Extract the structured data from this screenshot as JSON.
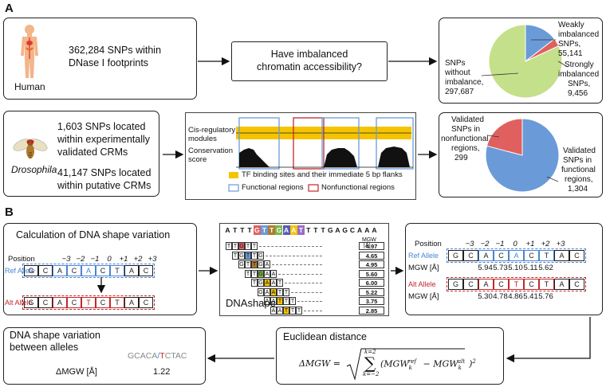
{
  "panelA": {
    "label": "A",
    "human": {
      "species": "Human",
      "text1": "362,284 SNPs within",
      "text2": "DNase I footprints"
    },
    "question": {
      "line1": "Have imbalanced",
      "line2": "chromatin accessibility?"
    },
    "pie1": {
      "weak_l1": "Weakly",
      "weak_l2": "imbalanced",
      "weak_l3": "SNPs,",
      "weak_l4": "55,141",
      "strong_l1": "Strongly",
      "strong_l2": "imbalanced",
      "strong_l3": "SNPs,",
      "strong_l4": "9,456",
      "none_l1": "SNPs",
      "none_l2": "without",
      "none_l3": "imbalance,",
      "none_l4": "297,687"
    },
    "drosophila": {
      "species": "Drosophila",
      "text1": "1,603 SNPs located",
      "text2": "within experimentally",
      "text3": "validated CRMs",
      "text4": "41,147 SNPs located",
      "text5": "within putative CRMs"
    },
    "crm": {
      "label1": "Cis-regulatory",
      "label2": "modules",
      "label3": "Conservation",
      "label4": "score",
      "legend_tf": "TF binding sites and their immediate 5 bp flanks",
      "legend_func": "Functional regions",
      "legend_nonfunc": "Nonfunctional regions"
    },
    "pie2": {
      "non_l1": "Validated",
      "non_l2": "SNPs in",
      "non_l3": "nonfunctional",
      "non_l4": "regions,",
      "non_l5": "299",
      "func_l1": "Validated",
      "func_l2": "SNPs in",
      "func_l3": "functional",
      "func_l4": "regions,",
      "func_l5": "1,304"
    }
  },
  "panelB": {
    "label": "B",
    "calc": {
      "title": "Calculation of DNA shape variation",
      "position_label": "Position",
      "positions": [
        "−3",
        "−2",
        "−1",
        "0",
        "+1",
        "+2",
        "+3"
      ],
      "ref_label": "Ref Allele",
      "alt_label": "Alt Allele",
      "ref_seq": [
        "G",
        "C",
        "A",
        "C",
        "A",
        "C",
        "T",
        "A",
        "C"
      ],
      "alt_seq": [
        "G",
        "C",
        "A",
        "C",
        "T",
        "C",
        "T",
        "A",
        "C"
      ]
    },
    "dnashape": {
      "title": "DNAshape",
      "top_seq": [
        "A",
        "T",
        "T",
        "T",
        "G",
        "T",
        "T",
        "G",
        "A",
        "A",
        "T",
        "T",
        "T",
        "T",
        "G",
        "A",
        "G",
        "C",
        "A",
        "A",
        "A"
      ],
      "mgw_header1": "MGW",
      "mgw_header2": "[Å]",
      "values": [
        "4.97",
        "4.65",
        "4.95",
        "5.60",
        "6.00",
        "5.22",
        "3.75",
        "2.85"
      ],
      "pentamers": [
        [
          "T",
          "T",
          "G",
          "T",
          "T"
        ],
        [
          "T",
          "G",
          "T",
          "T",
          "G"
        ],
        [
          "G",
          "T",
          "T",
          "G",
          "A"
        ],
        [
          "T",
          "T",
          "G",
          "A",
          "A"
        ],
        [
          "T",
          "G",
          "A",
          "A",
          "T"
        ],
        [
          "G",
          "A",
          "A",
          "T",
          "T"
        ],
        [
          "A",
          "A",
          "T",
          "T",
          "T"
        ],
        [
          "A",
          "A",
          "T",
          "T",
          "T"
        ]
      ]
    },
    "result": {
      "position_label": "Position",
      "positions": [
        "−3",
        "−2",
        "−1",
        "0",
        "+1",
        "+2",
        "+3"
      ],
      "ref_label": "Ref Allele",
      "alt_label": "Alt Allele",
      "mgw_label": "MGW [Å]",
      "ref_seq": [
        "G",
        "C",
        "A",
        "C",
        "A",
        "C",
        "T",
        "A",
        "C"
      ],
      "alt_seq": [
        "G",
        "C",
        "A",
        "C",
        "T",
        "C",
        "T",
        "A",
        "C"
      ],
      "ref_mgw": [
        "5.94",
        "5.73",
        "5.10",
        "5.11",
        "5.62"
      ],
      "alt_mgw": [
        "5.30",
        "4.78",
        "4.86",
        "5.41",
        "5.76"
      ]
    },
    "euclid": {
      "title": "Euclidean distance",
      "formula_lhs": "ΔMGW =",
      "sum_top": "k=2",
      "sum_bot": "k=−2",
      "body": "(MGW",
      "k": "k",
      "ref": "ref",
      "minus": " − MGW",
      "alt": "alt",
      "close": ")",
      "sq": "2"
    },
    "variation": {
      "title1": "DNA shape variation",
      "title2": "between alleles",
      "seq_left": "GCACA",
      "seq_slash": "/",
      "seq_t": "T",
      "seq_right": "CTAC",
      "dmgw_label": "ΔMGW [Å]",
      "dmgw_value": "1.22"
    }
  },
  "colors": {
    "green_pie": "#c5e08a",
    "blue": "#6a9bd8",
    "red": "#e06060",
    "yellow": "#f5c400",
    "ref_blue": "#4a84d4",
    "alt_red": "#c0282c"
  }
}
